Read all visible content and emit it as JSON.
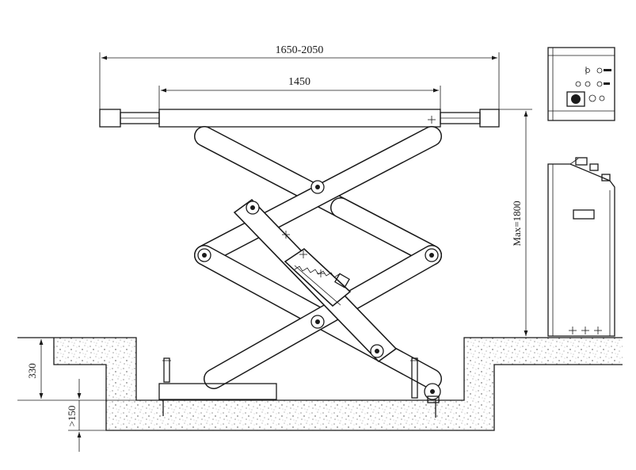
{
  "dimensions": {
    "overall_width": "1650-2050",
    "platform_length": "1450",
    "max_height": "Max=1800",
    "pit_depth": "330",
    "min_depth": ">150"
  }
}
